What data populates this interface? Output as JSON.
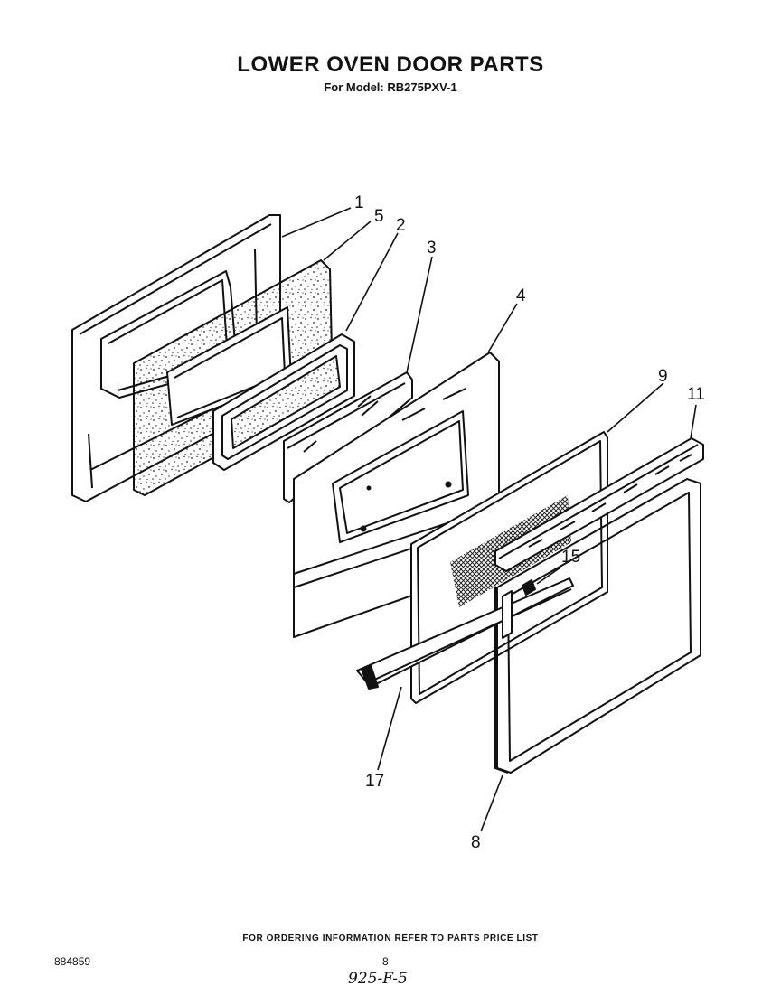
{
  "header": {
    "title": "LOWER OVEN DOOR PARTS",
    "model_line": "For Model: RB275PXV-1"
  },
  "callouts": {
    "p1": "1",
    "p5": "5",
    "p2": "2",
    "p3": "3",
    "p4": "4",
    "p9": "9",
    "p11": "11",
    "p15": "15",
    "p17": "17",
    "p8": "8"
  },
  "footer": {
    "ordering_note": "FOR ORDERING INFORMATION REFER TO PARTS PRICE LIST",
    "document_number": "884859",
    "page_number": "8",
    "handwritten_code": "925-F-5"
  }
}
